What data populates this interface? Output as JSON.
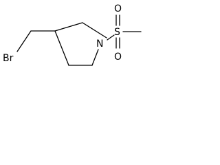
{
  "molecule": {
    "atoms": {
      "bromine": "Br",
      "nitrogen": "N",
      "sulfur": "S",
      "oxygen_top": "O",
      "oxygen_bottom": "O"
    }
  }
}
